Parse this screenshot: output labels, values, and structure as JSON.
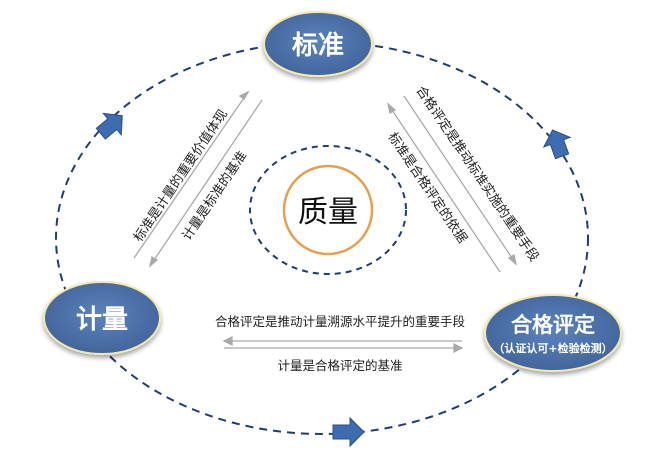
{
  "nodes": {
    "top": {
      "label": "标准"
    },
    "left": {
      "label": "计量"
    },
    "right": {
      "label": "合格评定",
      "sublabel": "（认证认可+检验检测）"
    },
    "center": {
      "label": "质量"
    }
  },
  "relations": {
    "top_left_outer": "标准是计量的重要价值体现",
    "top_left_inner": "计量是标准的基准",
    "top_right_outer": "合格评定是推动标准实施的重要手段",
    "top_right_inner": "标准是合格评定的依据",
    "bottom_upper": "合格评定是推动计量溯源水平提升的重要手段",
    "bottom_lower": "计量是合格评定的基准"
  },
  "colors": {
    "node_fill": "#4a6fa5",
    "node_edge": "#f4e9a8",
    "dashed_line": "#1f3e6e",
    "arrow": "#3d6cb0",
    "center_ring": "#e4a050",
    "arrow_line": "#a7a9ad"
  }
}
